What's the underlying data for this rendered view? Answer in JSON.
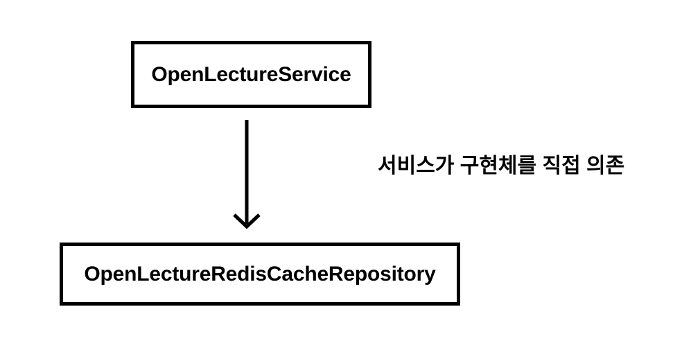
{
  "diagram": {
    "type": "dependency-diagram",
    "background_color": "#ffffff",
    "stroke_color": "#000000",
    "nodes": [
      {
        "id": "service",
        "label": "OpenLectureService",
        "shape": "rectangle"
      },
      {
        "id": "repository",
        "label": "OpenLectureRedisCacheRepository",
        "shape": "rectangle"
      }
    ],
    "edges": [
      {
        "id": "service-to-repository",
        "from": "service",
        "to": "repository",
        "direction": "down",
        "arrowhead": "open-chevron",
        "annotation": "서비스가 구현체를 직접 의존"
      }
    ]
  }
}
